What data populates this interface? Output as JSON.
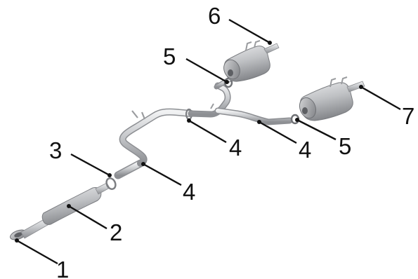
{
  "diagram": {
    "parts": [
      {
        "id": "front-pipe-flange",
        "callout": "1"
      },
      {
        "id": "resonator-pipe",
        "callout": "2"
      },
      {
        "id": "gasket",
        "callout": "3"
      },
      {
        "id": "intermediate-pipe",
        "callout": "4"
      },
      {
        "id": "clamp",
        "callout": "5"
      },
      {
        "id": "left-muffler",
        "callout": "6"
      },
      {
        "id": "right-muffler",
        "callout": "7"
      }
    ],
    "callouts": [
      {
        "text": "1",
        "part": "front-pipe-flange"
      },
      {
        "text": "2",
        "part": "resonator-pipe"
      },
      {
        "text": "3",
        "part": "gasket"
      },
      {
        "text": "4",
        "part": "intermediate-pipe"
      },
      {
        "text": "4",
        "part": "intermediate-pipe"
      },
      {
        "text": "4",
        "part": "intermediate-pipe"
      },
      {
        "text": "5",
        "part": "clamp"
      },
      {
        "text": "5",
        "part": "clamp"
      },
      {
        "text": "6",
        "part": "left-muffler"
      },
      {
        "text": "7",
        "part": "right-muffler"
      }
    ],
    "colors": {
      "metal_light": "#e4e5e7",
      "metal_mid": "#b9bbbe",
      "metal_dark": "#8a8c90",
      "outline": "#6f7175",
      "callout": "#111111",
      "background": "#ffffff"
    }
  }
}
